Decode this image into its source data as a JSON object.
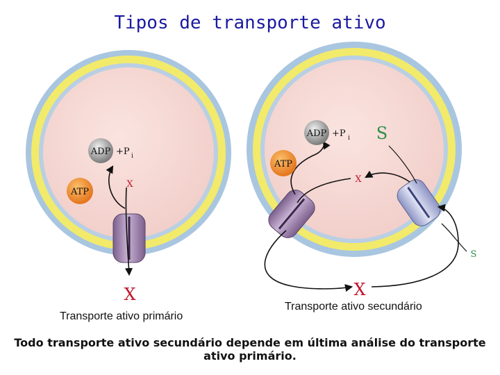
{
  "title": "Tipos de transporte ativo",
  "primary": {
    "caption": "Transporte ativo primário",
    "adp": "ADP",
    "pi": "+P",
    "pi_sub": "i",
    "atp": "ATP",
    "x_inside": "X",
    "x_outside": "X"
  },
  "secondary": {
    "caption": "Transporte ativo secundário",
    "adp": "ADP",
    "pi": "+P",
    "pi_sub": "i",
    "atp": "ATP",
    "s_inside": "S",
    "s_outside": "S",
    "x_inside": "X",
    "x_outside": "X"
  },
  "footer": "Todo transporte ativo secundário depende em última análise do transporte ativo primário.",
  "colors": {
    "title": "#1a1aa0",
    "cytoplasm": "#f6d6d2",
    "membrane_blue": "#a9c6e0",
    "membrane_yellow": "#f2ea6a",
    "atp": "#f08a28",
    "adp": "#9a9a9a",
    "pump_purple": "#9c80a8",
    "cotransporter_blue": "#b8c0e0",
    "x_red": "#c0142a",
    "s_green": "#2f8f48"
  }
}
